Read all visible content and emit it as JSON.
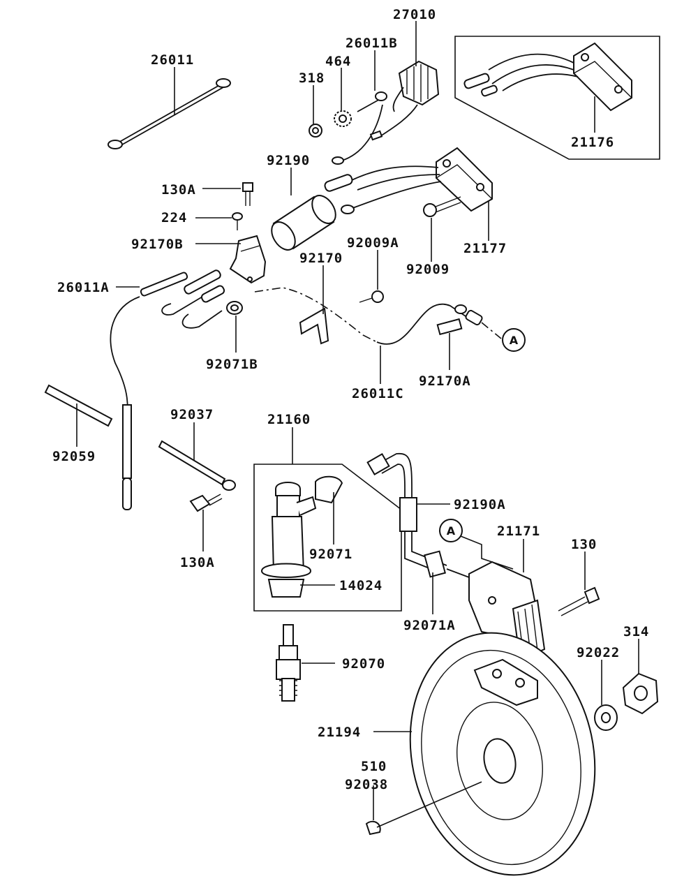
{
  "labels": {
    "p27010": "27010",
    "p26011B": "26011B",
    "p464": "464",
    "p318": "318",
    "p26011": "26011",
    "p21176": "21176",
    "p92190": "92190",
    "p130A_top": "130A",
    "p224": "224",
    "p92170B": "92170B",
    "p21177": "21177",
    "p92009": "92009",
    "p92009A": "92009A",
    "p92170": "92170",
    "p26011A": "26011A",
    "p92071B": "92071B",
    "p26011C": "26011C",
    "p92170A": "92170A",
    "p92059": "92059",
    "p92037": "92037",
    "p21160": "21160",
    "p130A_bottom": "130A",
    "p92190A": "92190A",
    "p21171": "21171",
    "p130": "130",
    "p92071": "92071",
    "p14024": "14024",
    "p92071A": "92071A",
    "p314": "314",
    "p92022": "92022",
    "p92070": "92070",
    "p21194": "21194",
    "p510": "510",
    "p92038": "92038"
  },
  "refs": {
    "connector_a_1": "A",
    "connector_a_2": "A"
  }
}
